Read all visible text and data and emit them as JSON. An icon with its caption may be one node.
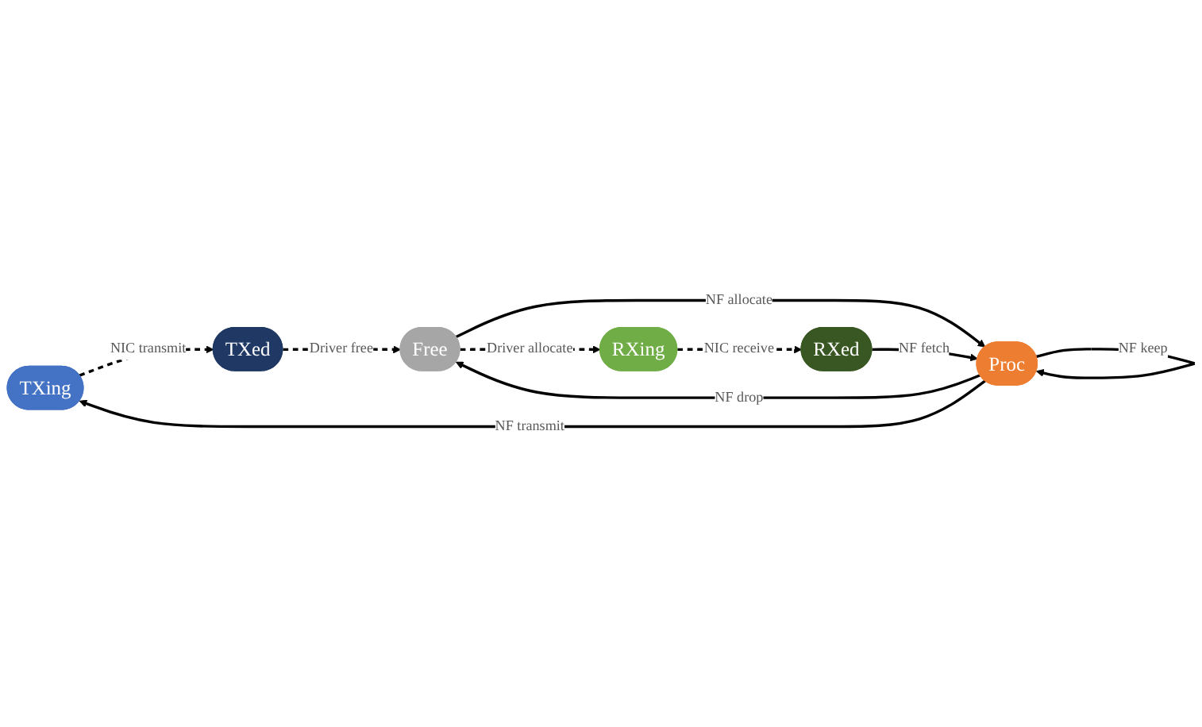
{
  "diagram": {
    "nodes": [
      {
        "text": [
          "TXing"
        ]
      },
      {
        "text": [
          "TXed"
        ]
      },
      {
        "text": [
          "Free"
        ]
      },
      {
        "text": [
          "Proc"
        ]
      },
      {
        "text": [
          "RXing"
        ]
      },
      {
        "text": [
          "RXed"
        ]
      }
    ],
    "edges": [
      {
        "from": 0,
        "to": 1,
        "arrow": "to",
        "label": "NIC transmit",
        "style": "dashed"
      },
      {
        "from": 1,
        "to": 2,
        "arrow": "to",
        "label": "Driver free",
        "style": "dashed"
      },
      {
        "from": 3,
        "to": 2,
        "arrow": "to",
        "label": "NF drop"
      },
      {
        "from": 2,
        "to": 3,
        "arrow": "to",
        "label": "NF allocate"
      },
      {
        "from": 3,
        "to": 0,
        "arrow": "to",
        "label": "NF transmit"
      },
      {
        "from": 3,
        "to": 3,
        "arrow": "to",
        "label": "NF keep"
      },
      {
        "from": 2,
        "to": 4,
        "arrow": "to",
        "label": "Driver allocate",
        "style": "dashed"
      },
      {
        "from": 4,
        "to": 5,
        "arrow": "to",
        "label": "NIC receive",
        "style": "dashed"
      },
      {
        "from": 5,
        "to": 3,
        "arrow": "to",
        "label": "NF fetch"
      }
    ]
  }
}
